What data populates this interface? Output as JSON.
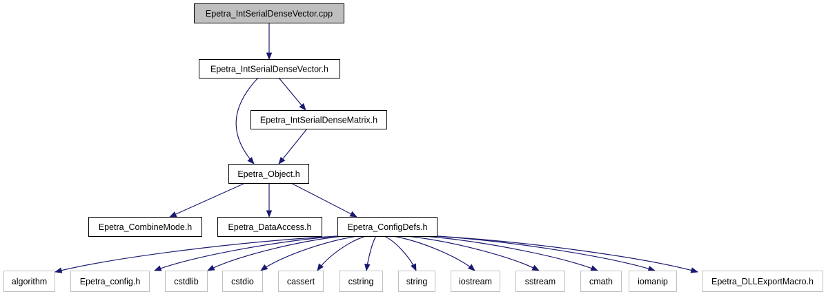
{
  "graph": {
    "nodes": [
      {
        "id": "n_cpp",
        "label": "Epetra_IntSerialDenseVector.cpp",
        "style": "root"
      },
      {
        "id": "n_vec",
        "label": "Epetra_IntSerialDenseVector.h",
        "style": "normal"
      },
      {
        "id": "n_mat",
        "label": "Epetra_IntSerialDenseMatrix.h",
        "style": "normal"
      },
      {
        "id": "n_obj",
        "label": "Epetra_Object.h",
        "style": "normal"
      },
      {
        "id": "n_comb",
        "label": "Epetra_CombineMode.h",
        "style": "normal"
      },
      {
        "id": "n_data",
        "label": "Epetra_DataAccess.h",
        "style": "normal"
      },
      {
        "id": "n_cfg",
        "label": "Epetra_ConfigDefs.h",
        "style": "normal"
      },
      {
        "id": "n_alg",
        "label": "algorithm",
        "style": "external"
      },
      {
        "id": "n_epc",
        "label": "Epetra_config.h",
        "style": "external"
      },
      {
        "id": "n_cstdlib",
        "label": "cstdlib",
        "style": "external"
      },
      {
        "id": "n_cstdio",
        "label": "cstdio",
        "style": "external"
      },
      {
        "id": "n_cassert",
        "label": "cassert",
        "style": "external"
      },
      {
        "id": "n_cstring",
        "label": "cstring",
        "style": "external"
      },
      {
        "id": "n_string",
        "label": "string",
        "style": "external"
      },
      {
        "id": "n_iostream",
        "label": "iostream",
        "style": "external"
      },
      {
        "id": "n_sstream",
        "label": "sstream",
        "style": "external"
      },
      {
        "id": "n_cmath",
        "label": "cmath",
        "style": "external"
      },
      {
        "id": "n_iomanip",
        "label": "iomanip",
        "style": "external"
      },
      {
        "id": "n_dll",
        "label": "Epetra_DLLExportMacro.h",
        "style": "external"
      }
    ],
    "edges": [
      {
        "from": "n_cpp",
        "to": "n_vec"
      },
      {
        "from": "n_vec",
        "to": "n_mat"
      },
      {
        "from": "n_vec",
        "to": "n_obj"
      },
      {
        "from": "n_mat",
        "to": "n_obj"
      },
      {
        "from": "n_obj",
        "to": "n_comb"
      },
      {
        "from": "n_obj",
        "to": "n_data"
      },
      {
        "from": "n_obj",
        "to": "n_cfg"
      },
      {
        "from": "n_cfg",
        "to": "n_alg"
      },
      {
        "from": "n_cfg",
        "to": "n_epc"
      },
      {
        "from": "n_cfg",
        "to": "n_cstdlib"
      },
      {
        "from": "n_cfg",
        "to": "n_cstdio"
      },
      {
        "from": "n_cfg",
        "to": "n_cassert"
      },
      {
        "from": "n_cfg",
        "to": "n_cstring"
      },
      {
        "from": "n_cfg",
        "to": "n_string"
      },
      {
        "from": "n_cfg",
        "to": "n_iostream"
      },
      {
        "from": "n_cfg",
        "to": "n_sstream"
      },
      {
        "from": "n_cfg",
        "to": "n_cmath"
      },
      {
        "from": "n_cfg",
        "to": "n_iomanip"
      },
      {
        "from": "n_cfg",
        "to": "n_dll"
      }
    ]
  },
  "colors": {
    "edge": "#191970",
    "root_fill": "#bfbfbf",
    "node_fill": "#ffffff",
    "node_border": "#000000",
    "external_border": "#bfbfbf"
  }
}
